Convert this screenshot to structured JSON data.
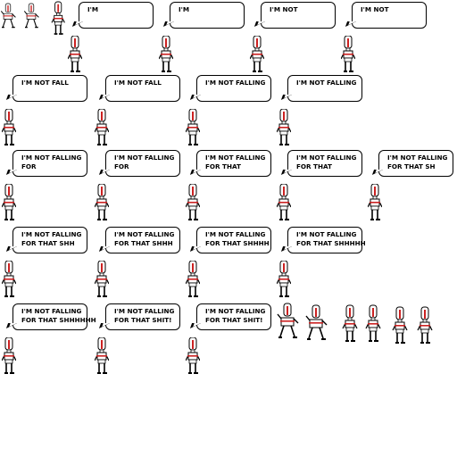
{
  "frames": [
    {
      "text": "I'M",
      "r": 0,
      "c": 0
    },
    {
      "text": "I'M",
      "r": 0,
      "c": 1
    },
    {
      "text": "I'M NOT",
      "r": 0,
      "c": 2
    },
    {
      "text": "I'M NOT",
      "r": 0,
      "c": 3
    },
    {
      "text": "I'M NOT FALL",
      "r": 1,
      "c": 0
    },
    {
      "text": "I'M NOT FALL",
      "r": 1,
      "c": 1
    },
    {
      "text": "I'M NOT FALLING",
      "r": 1,
      "c": 2
    },
    {
      "text": "I'M NOT FALLING",
      "r": 1,
      "c": 3
    },
    {
      "text": "I'M NOT FALLING\nFOR",
      "r": 2,
      "c": 0
    },
    {
      "text": "I'M NOT FALLING\nFOR",
      "r": 2,
      "c": 1
    },
    {
      "text": "I'M NOT FALLING\nFOR THAT",
      "r": 2,
      "c": 2
    },
    {
      "text": "I'M NOT FALLING\nFOR THAT",
      "r": 2,
      "c": 3
    },
    {
      "text": "I'M NOT FALLING\nFOR THAT SH",
      "r": 2,
      "c": 4
    },
    {
      "text": "I'M NOT FALLING\nFOR THAT SHH",
      "r": 3,
      "c": 0
    },
    {
      "text": "I'M NOT FALLING\nFOR THAT SHHH",
      "r": 3,
      "c": 1
    },
    {
      "text": "I'M NOT FALLING\nFOR THAT SHHHH",
      "r": 3,
      "c": 2
    },
    {
      "text": "I'M NOT FALLING\nFOR THAT SHHHHH",
      "r": 3,
      "c": 3
    },
    {
      "text": "I'M NOT FALLING\nFOR THAT SHHHHHH",
      "r": 4,
      "c": 0
    },
    {
      "text": "I'M NOT FALLING\nFOR THAT SHIT!",
      "r": 4,
      "c": 1
    },
    {
      "text": "I'M NOT FALLING\nFOR THAT SHIT!",
      "r": 4,
      "c": 2
    }
  ],
  "colors": {
    "outline": "#000000",
    "body": "#ffffff",
    "accent": "#cc2222"
  }
}
